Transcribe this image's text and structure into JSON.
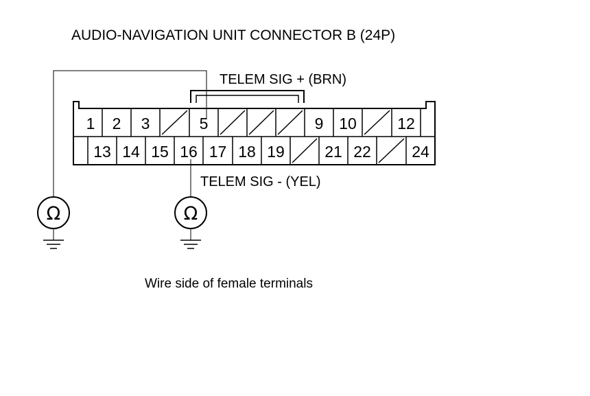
{
  "title": "AUDIO-NAVIGATION UNIT CONNECTOR B (24P)",
  "wire_labels": {
    "telem_sig_plus": "TELEM SIG + (BRN)",
    "telem_sig_minus": "TELEM SIG - (YEL)"
  },
  "caption": "Wire side of female terminals",
  "meter_symbol": "Ω",
  "connector": {
    "top_row": [
      "1",
      "2",
      "3",
      "",
      "5",
      "",
      "",
      "",
      "9",
      "10",
      "",
      "12"
    ],
    "bottom_row": [
      "13",
      "14",
      "15",
      "16",
      "17",
      "18",
      "19",
      "",
      "21",
      "22",
      "",
      "24"
    ]
  },
  "probes": {
    "left": {
      "pin": "5",
      "symbol": "ohm-meter"
    },
    "right": {
      "pin": "16",
      "symbol": "ohm-meter"
    }
  }
}
